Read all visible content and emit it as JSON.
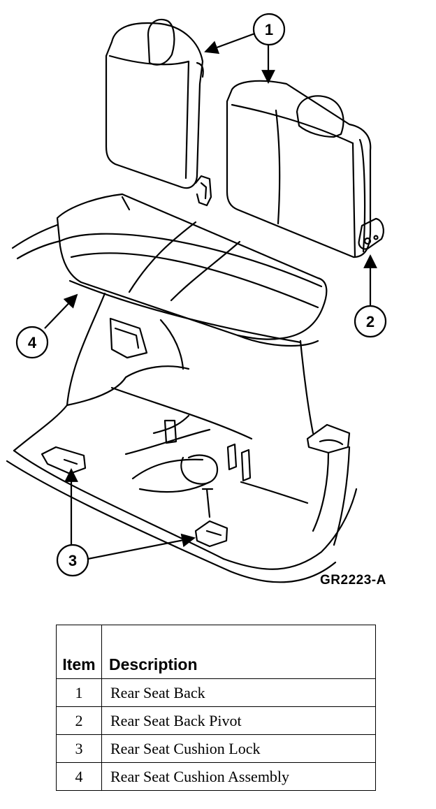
{
  "figure": {
    "code": "GR2223-A",
    "callouts": [
      {
        "number": "1"
      },
      {
        "number": "2"
      },
      {
        "number": "3"
      },
      {
        "number": "4"
      }
    ]
  },
  "legend": {
    "headers": {
      "item": "Item",
      "description": "Description"
    },
    "rows": [
      {
        "item": "1",
        "description": "Rear Seat Back"
      },
      {
        "item": "2",
        "description": "Rear Seat Back Pivot"
      },
      {
        "item": "3",
        "description": "Rear Seat Cushion Lock"
      },
      {
        "item": "4",
        "description": "Rear Seat Cushion Assembly"
      }
    ]
  }
}
